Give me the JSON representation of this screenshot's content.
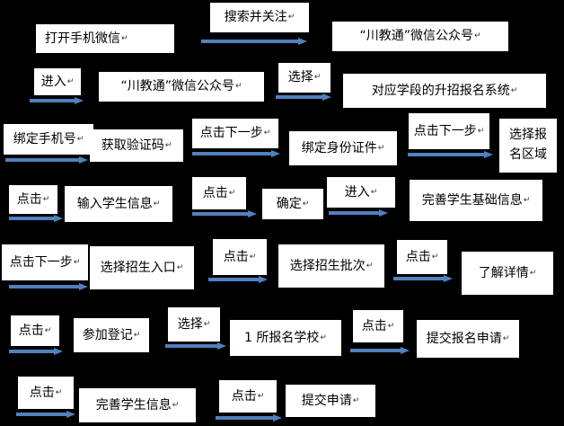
{
  "return_mark": "↵",
  "row1": {
    "step_open_wechat": "打开手机微信",
    "label_search_follow": "搜索并关注",
    "step_account_a": "“川教通”微信公众号"
  },
  "row2": {
    "label_enter": "进入",
    "step_account_b": "“川教通”微信公众号",
    "label_select": "选择",
    "step_system": "对应学段的升招报名系统"
  },
  "row3": {
    "step_bind_phone": "绑定手机号",
    "step_get_code": "获取验证码",
    "label_next_a": "点击下一步",
    "step_bind_id": "绑定身份证件",
    "label_next_b": "点击下一步",
    "step_select_region": "选择报名区域"
  },
  "row4": {
    "label_click_a": "点击",
    "step_input_info": "输入学生信息",
    "label_click_b": "点击",
    "step_confirm": "确定",
    "label_enter": "进入",
    "step_complete_basic": "完善学生基础信息"
  },
  "row5": {
    "label_next": "点击下一步",
    "step_select_entry": "选择招生入口",
    "label_click_a": "点击",
    "step_select_batch": "选择招生批次",
    "label_click_b": "点击",
    "step_details": "了解详情"
  },
  "row6": {
    "label_click_a": "点击",
    "step_register": "参加登记",
    "label_select": "选择",
    "step_school": "1 所报名学校",
    "label_click_b": "点击",
    "step_submit_app": "提交报名申请"
  },
  "row7": {
    "label_click_a": "点击",
    "step_complete_info": "完善学生信息",
    "label_click_b": "点击",
    "step_submit": "提交申请"
  }
}
